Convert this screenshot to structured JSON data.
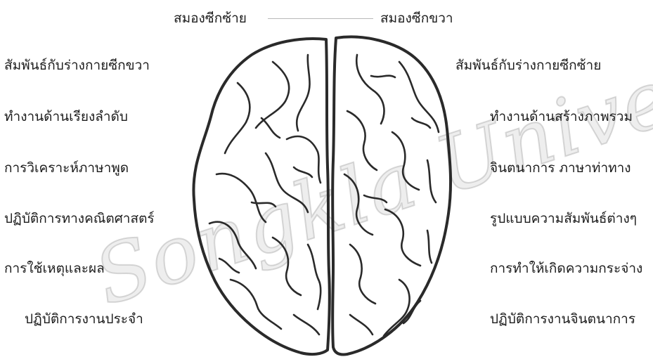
{
  "header": {
    "left_hemisphere": "สมองซีกซ้าย",
    "right_hemisphere": "สมองซีกขวา"
  },
  "left_functions": [
    "สัมพันธ์กับร่างกายซีกขวา",
    "ทำงานด้านเรียงลำดับ",
    "การวิเคราะห์ภาษาพูด",
    "ปฏิบัติการทางคณิตศาสตร์",
    "การใช้เหตุและผล",
    "ปฏิบัติการงานประจำ"
  ],
  "right_functions": [
    "สัมพันธ์กับร่างกายซีกซ้าย",
    "ทำงานด้านสร้างภาพรวม",
    "จินตนาการ  ภาษาท่าทาง",
    "รูปแบบความสัมพันธ์ต่างๆ",
    "การทำให้เกิดความกระจ่าง",
    "ปฏิบัติการงานจินตนาการ"
  ],
  "watermark": {
    "text": "Songkla University"
  },
  "colors": {
    "ink": "#1c1c1c",
    "outline": "#2a2a2a",
    "watermark": "#9a9a9a"
  }
}
